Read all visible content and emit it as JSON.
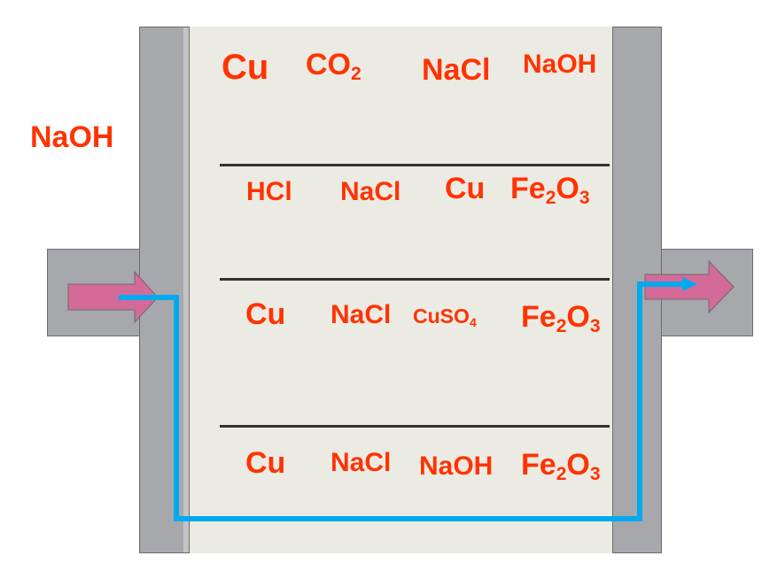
{
  "entrance": {
    "label": "NaOH"
  },
  "rows": [
    {
      "items": [
        {
          "text": "Cu"
        },
        {
          "base": "CO",
          "sub": "2"
        },
        {
          "text": "NaCl"
        },
        {
          "text": "NaOH"
        }
      ]
    },
    {
      "items": [
        {
          "text": "HCl"
        },
        {
          "text": "NaCl"
        },
        {
          "text": "Cu"
        },
        {
          "base": "Fe",
          "sub": "2",
          "base2": "O",
          "sub2": "3"
        }
      ]
    },
    {
      "items": [
        {
          "text": "Cu"
        },
        {
          "text": "NaCl"
        },
        {
          "base": "CuSO",
          "sub": "4"
        },
        {
          "base": "Fe",
          "sub": "2",
          "base2": "O",
          "sub2": "3"
        }
      ]
    },
    {
      "items": [
        {
          "text": "Cu"
        },
        {
          "text": "NaCl"
        },
        {
          "text": "NaOH"
        },
        {
          "base": "Fe",
          "sub": "2",
          "base2": "O",
          "sub2": "3"
        }
      ]
    }
  ],
  "colors": {
    "text": "#ff3300",
    "wall": "#a7a8ab",
    "hall": "#ecebe3",
    "path": "#00aaee",
    "arrow": "#d46a9a"
  },
  "icons": {
    "entry": "right-arrow-icon",
    "exit": "right-arrow-icon",
    "path": "path-line"
  }
}
